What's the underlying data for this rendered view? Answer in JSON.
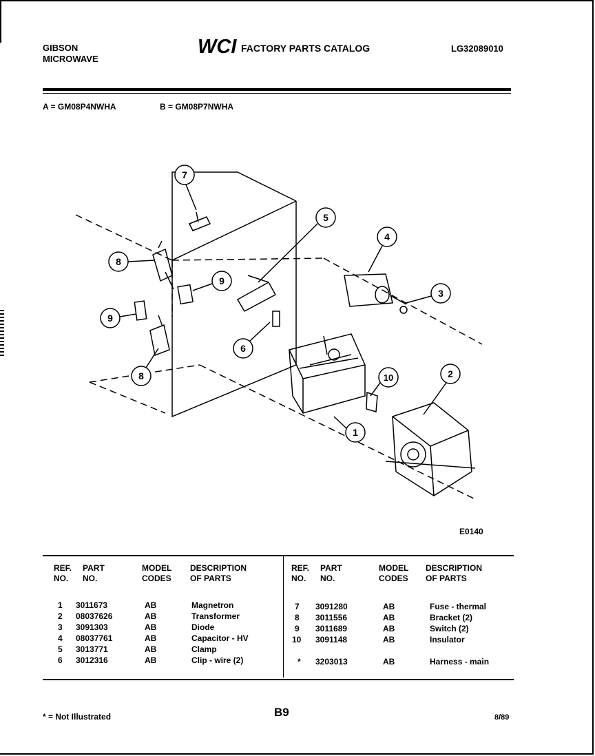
{
  "header": {
    "brand_line1": "GIBSON",
    "brand_line2": "MICROWAVE",
    "logo_text": "WCI",
    "catalog_title": "FACTORY PARTS CATALOG",
    "catalog_number": "LG32089010"
  },
  "models": {
    "a": "A = GM08P4NWHA",
    "b": "B = GM08P7NWHA"
  },
  "diagram": {
    "code": "E0140",
    "callouts": [
      "1",
      "2",
      "3",
      "4",
      "5",
      "6",
      "7",
      "8",
      "9",
      "10"
    ]
  },
  "table": {
    "headers": {
      "ref": "REF.\nNO.",
      "part": "PART\nNO.",
      "model": "MODEL\nCODES",
      "desc": "DESCRIPTION\nOF PARTS"
    },
    "left": [
      {
        "ref": "1",
        "part": "3011673",
        "model": "AB",
        "desc": "Magnetron"
      },
      {
        "ref": "2",
        "part": "08037626",
        "model": "AB",
        "desc": "Transformer"
      },
      {
        "ref": "3",
        "part": "3091303",
        "model": "AB",
        "desc": "Diode"
      },
      {
        "ref": "4",
        "part": "08037761",
        "model": "AB",
        "desc": "Capacitor - HV"
      },
      {
        "ref": "5",
        "part": "3013771",
        "model": "AB",
        "desc": "Clamp"
      },
      {
        "ref": "6",
        "part": "3012316",
        "model": "AB",
        "desc": "Clip - wire (2)"
      }
    ],
    "right": [
      {
        "ref": "7",
        "part": "3091280",
        "model": "AB",
        "desc": "Fuse - thermal"
      },
      {
        "ref": "8",
        "part": "3011556",
        "model": "AB",
        "desc": "Bracket (2)"
      },
      {
        "ref": "9",
        "part": "3011689",
        "model": "AB",
        "desc": "Switch (2)"
      },
      {
        "ref": "10",
        "part": "3091148",
        "model": "AB",
        "desc": "Insulator"
      },
      {
        "ref": "*",
        "part": "3203013",
        "model": "AB",
        "desc": "Harness - main"
      }
    ]
  },
  "footer": {
    "note": "* = Not Illustrated",
    "page": "B9",
    "date": "8/89"
  }
}
